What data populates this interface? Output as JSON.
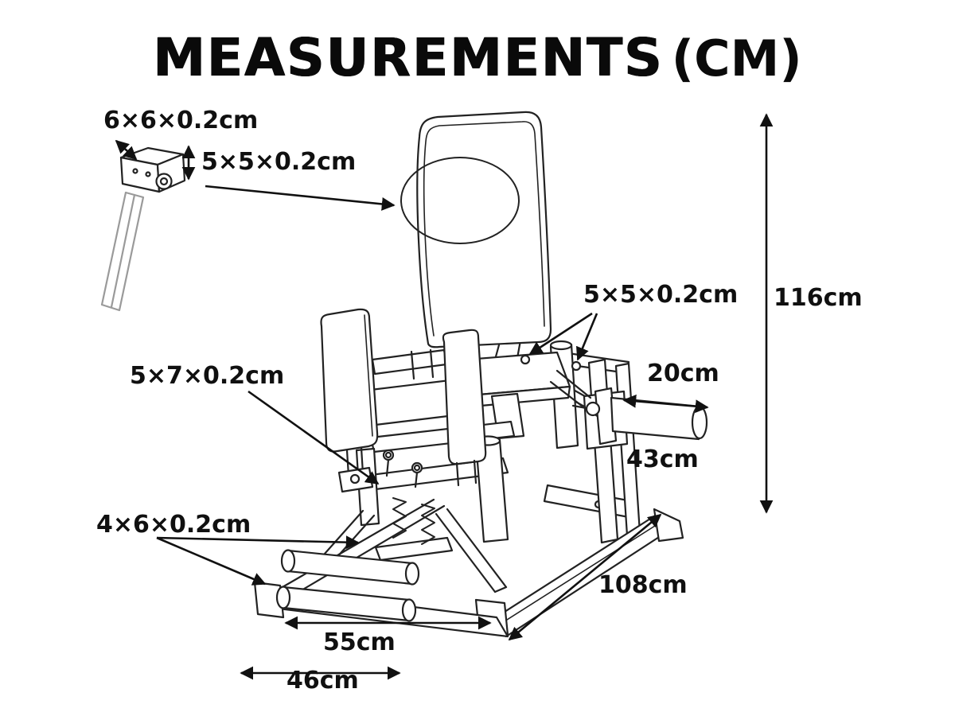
{
  "title": {
    "main": "MEASUREMENTS",
    "unit": "(CM)"
  },
  "labels": {
    "handle_block": "6×6×0.2cm",
    "backrest": "5×5×0.2cm",
    "rear_posts": "5×5×0.2cm",
    "thigh_pad": "5×7×0.2cm",
    "base_tube": "4×6×0.2cm",
    "total_height": "116cm",
    "horn_length": "20cm",
    "mid_height": "43cm",
    "base_depth": "108cm",
    "roller_width": "55cm",
    "base_width": "46cm"
  }
}
